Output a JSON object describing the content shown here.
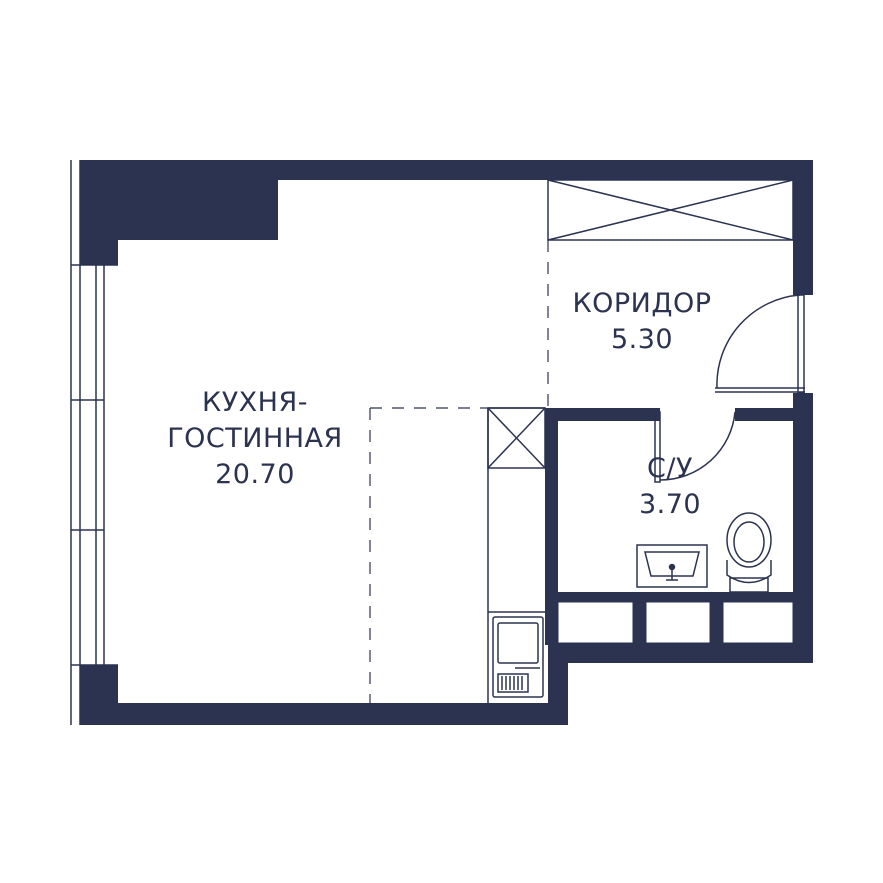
{
  "colors": {
    "wall": "#2b3350",
    "line": "#2b3350",
    "background": "#ffffff"
  },
  "rooms": {
    "kitchen": {
      "name_line1": "КУХНЯ-",
      "name_line2": "ГОСТИННАЯ",
      "area": "20.70"
    },
    "corridor": {
      "name": "КОРИДОР",
      "area": "5.30"
    },
    "bathroom": {
      "name": "С/У",
      "area": "3.70"
    }
  },
  "fixtures": [
    "window-frame",
    "wardrobe",
    "ventilation-shaft",
    "stove",
    "sink",
    "toilet",
    "storage-cabinets",
    "entrance-door",
    "bathroom-door"
  ]
}
